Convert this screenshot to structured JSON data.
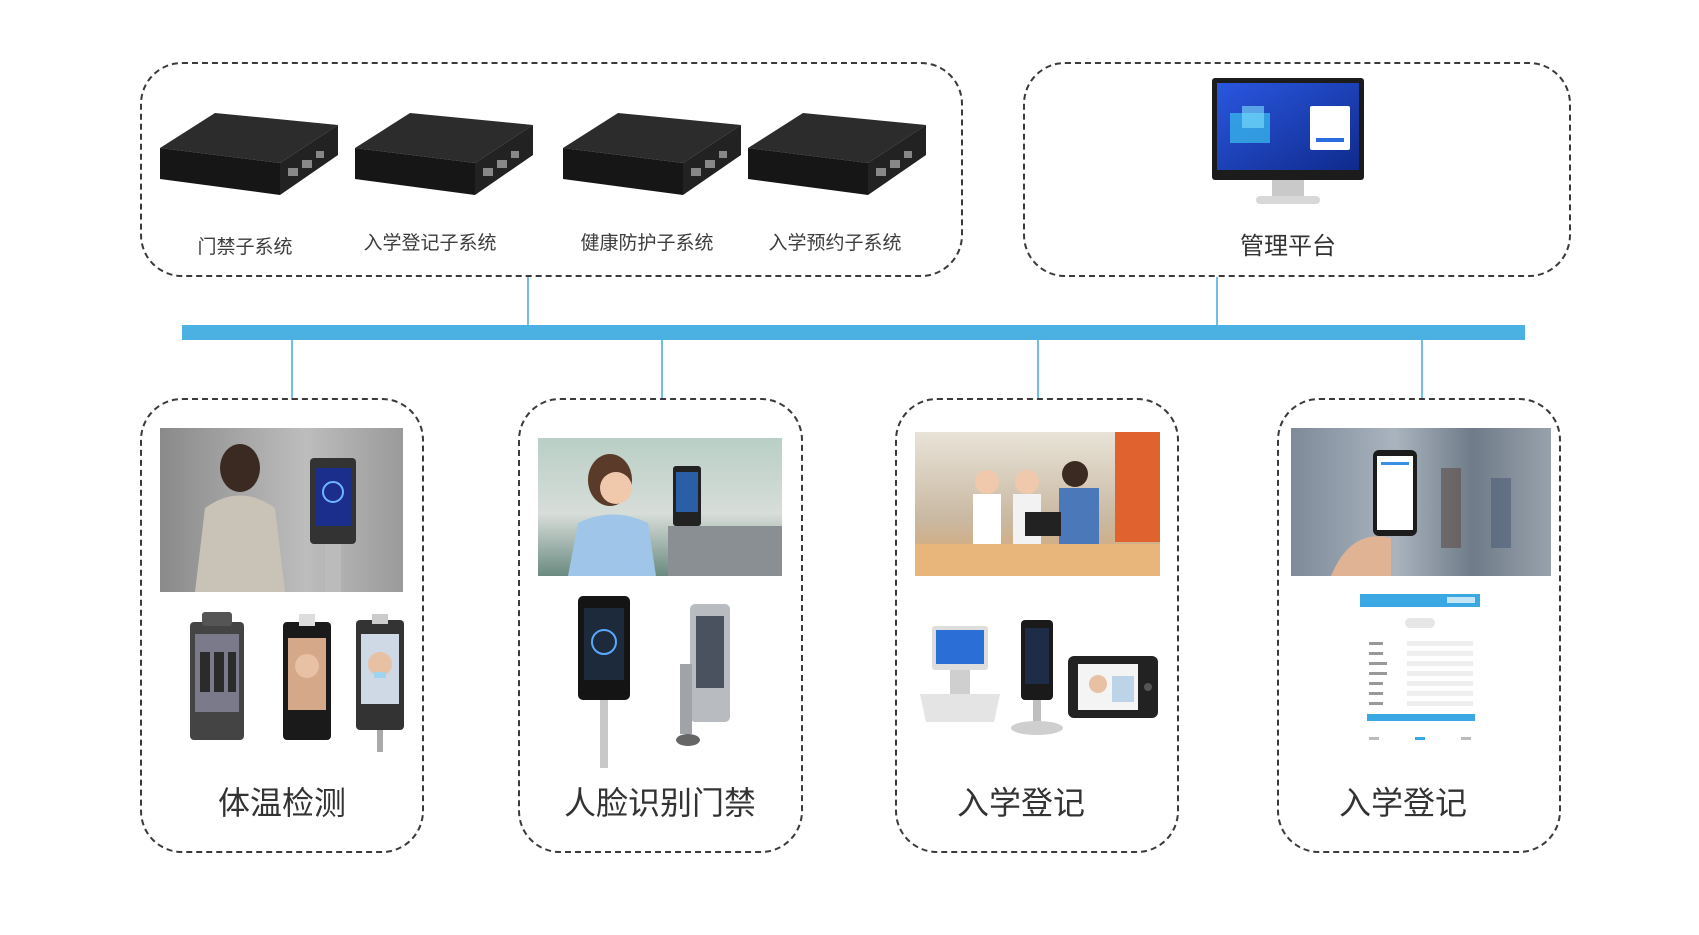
{
  "top_left_group": {
    "servers": [
      {
        "label": "门禁子系统"
      },
      {
        "label": "入学登记子系统"
      },
      {
        "label": "健康防护子系统"
      },
      {
        "label": "入学预约子系统"
      }
    ]
  },
  "top_right_group": {
    "label": "管理平台"
  },
  "bottom_groups": [
    {
      "label": "体温检测"
    },
    {
      "label": "人脸识别门禁"
    },
    {
      "label": "入学登记"
    },
    {
      "label": "入学登记"
    }
  ],
  "colors": {
    "bus": "#4bb0e2",
    "connector": "#6fbfe6",
    "border": "#3a3a3a"
  }
}
